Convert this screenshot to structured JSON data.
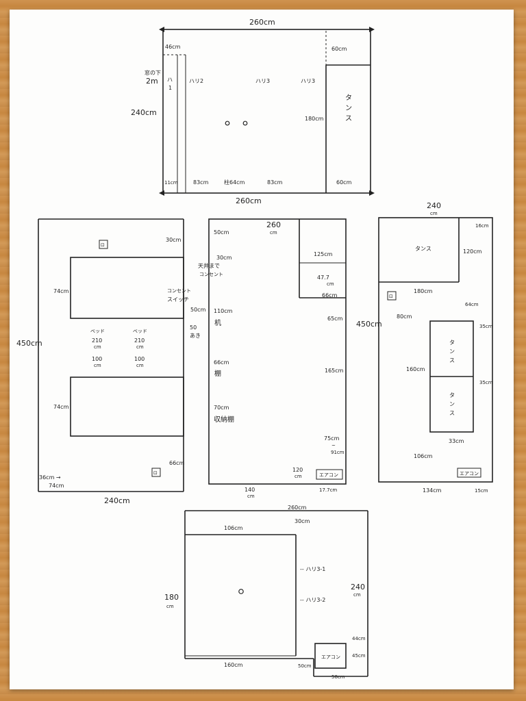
{
  "room1": {
    "width_top": "260cm",
    "width_bottom": "260cm",
    "height": "240cm",
    "d46": "46cm",
    "window_note_1": "窓の下",
    "window_note_2": "2m",
    "beam_h1": "ハ",
    "beam_h1b": "1",
    "beam2": "ハリ2",
    "beam3a": "ハリ3",
    "beam3b": "ハリ3",
    "d60_top": "60cm",
    "d180": "180cm",
    "wardrobe": [
      "タ",
      "ン",
      "ス"
    ],
    "d11": "11cm",
    "d83_left": "83cm",
    "pillar": "柱64cm",
    "d83_right": "83cm",
    "d60_bottom": "60cm"
  },
  "room2": {
    "height": "450cm",
    "width": "240cm",
    "d30": "30cm",
    "d74_top": "74cm",
    "outlet_1": "コンセント",
    "outlet_2": "スイッチ",
    "d50": "50cm",
    "d50_gap": "50",
    "gap_label": "あき",
    "bed1_label": "ベッド",
    "bed1_len": "210",
    "bed1_len_unit": "cm",
    "bed1_wid": "100",
    "bed1_wid_unit": "cm",
    "bed2_label": "ベッド",
    "bed2_len": "210",
    "bed2_len_unit": "cm",
    "bed2_wid": "100",
    "bed2_wid_unit": "cm",
    "d74_bottom": "74cm",
    "d66": "66cm",
    "d36": "36cm →",
    "d74_corner": "74cm"
  },
  "room3": {
    "width": "260",
    "width_unit": "cm",
    "d50": "50cm",
    "d30": "30cm",
    "outlet_1": "天井まで",
    "outlet_2": "コンセント",
    "d125": "125cm",
    "d47_7": "47.7",
    "d47_7_unit": "cm",
    "d66_top": "66cm",
    "desk_len": "110cm",
    "desk": "机",
    "shelf_len": "66cm",
    "shelf": "棚",
    "storage_len": "70cm",
    "storage": "収納棚",
    "d65": "65cm",
    "d165": "165cm",
    "d75_1": "75cm",
    "d75_2": "~",
    "d75_3": "91cm",
    "d120": "120",
    "d120_unit": "cm",
    "aircon": "エアコン",
    "d140": "140",
    "d140_unit": "cm",
    "d17_7": "17.7cm"
  },
  "room4": {
    "width": "240",
    "width_unit": "cm",
    "height": "450cm",
    "d16": "16cm",
    "wardrobe_top": "タンス",
    "d120": "120cm",
    "d180": "180cm",
    "d64": "64cm",
    "d80": "80cm",
    "d35_top": "35cm",
    "d160": "160cm",
    "d35_bottom": "35cm",
    "wardrobe_a": [
      "タ",
      "ン",
      "ス"
    ],
    "wardrobe_b": [
      "タ",
      "ン",
      "ス"
    ],
    "d33": "33cm",
    "d106": "106cm",
    "aircon": "エアコン",
    "d134": "134cm",
    "d15": "15cm"
  },
  "room5": {
    "width_top": "260cm",
    "d106": "106cm",
    "d30": "30cm",
    "beam3_1": "-- ハリ3-1",
    "beam3_2": "-- ハリ3-2",
    "d180": "180",
    "d180_unit": "cm",
    "d240": "240",
    "d240_unit": "cm",
    "d160": "160cm",
    "d44": "44cm",
    "aircon": "エアコン",
    "d45": "45cm",
    "d50": "50cm",
    "d58": "58cm"
  }
}
